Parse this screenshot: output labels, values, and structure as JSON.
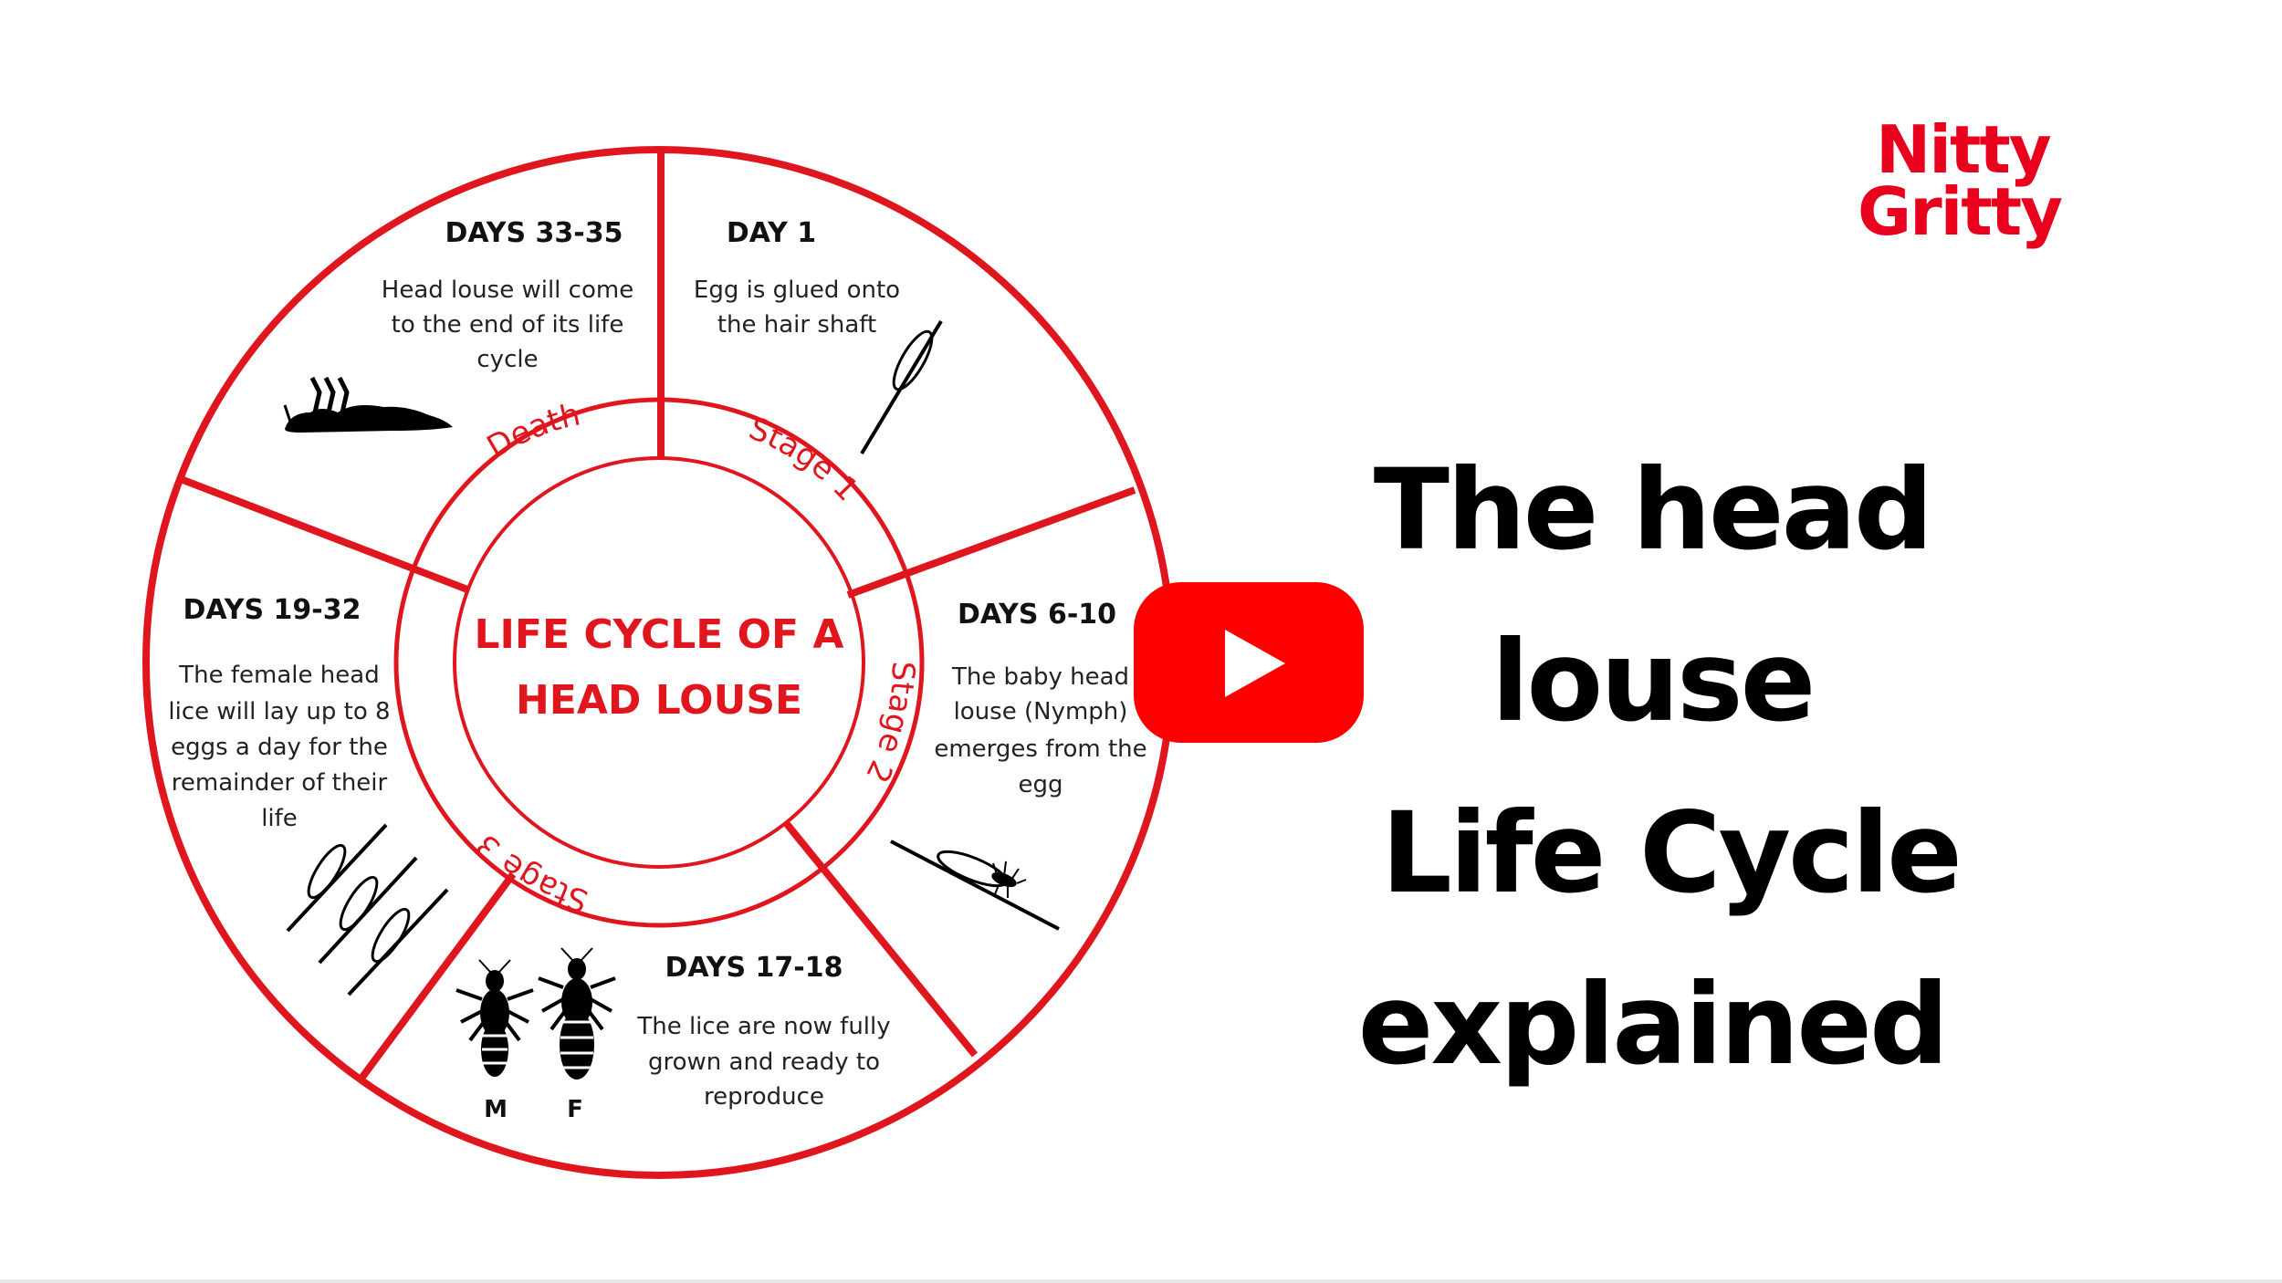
{
  "brand": {
    "logo_line1": "Nitty",
    "logo_line2": "Gritty",
    "color": "#e8001c"
  },
  "headline": {
    "line1": "The head louse",
    "line2": "Life Cycle",
    "line3": "explained"
  },
  "video": {
    "play_button": "youtube-play-icon",
    "color": "#ff0000"
  },
  "diagram": {
    "center_title_line1": "LIFE CYCLE OF A",
    "center_title_line2": "HEAD LOUSE",
    "accent_color": "#e0161e",
    "ring_labels": {
      "death": "Death",
      "stage1": "Stage 1",
      "stage2": "Stage 2",
      "stage3": "Stage 3"
    },
    "segments": [
      {
        "id": "day1",
        "heading": "DAY 1",
        "desc": [
          "Egg is glued onto",
          "the hair shaft"
        ],
        "icon": "egg-on-hair-icon"
      },
      {
        "id": "days6-10",
        "heading": "DAYS 6-10",
        "desc": [
          "The baby head",
          "louse (Nymph)",
          "emerges from the",
          "egg"
        ],
        "icon": "nymph-hatching-icon"
      },
      {
        "id": "days17-18",
        "heading": "DAYS 17-18",
        "desc": [
          "The lice are now fully",
          "grown and ready to",
          "reproduce"
        ],
        "icon": "adult-lice-icon",
        "labels": [
          "M",
          "F"
        ]
      },
      {
        "id": "days19-32",
        "heading": "DAYS 19-32",
        "desc": [
          "The female head",
          "lice will lay up to 8",
          "eggs a day for the",
          "remainder of their",
          "life"
        ],
        "icon": "three-eggs-icon"
      },
      {
        "id": "days33-35",
        "heading": "DAYS 33-35",
        "desc": [
          "Head louse will come",
          "to the end of its life",
          "cycle"
        ],
        "icon": "dead-louse-icon"
      }
    ]
  }
}
